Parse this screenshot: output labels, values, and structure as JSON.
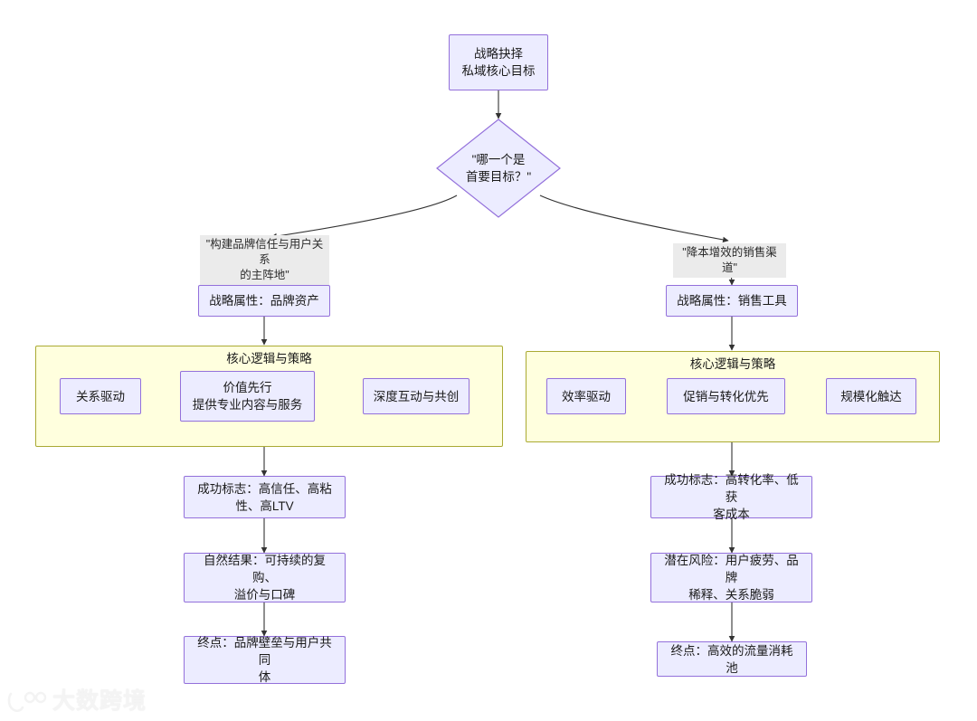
{
  "diagram": {
    "type": "flowchart",
    "title_node": {
      "id": "start",
      "text": "战略抉择\n私域核心目标"
    },
    "decision": {
      "id": "decision",
      "text": "\"哪一个是\n首要目标？\""
    },
    "branch_labels": {
      "left": "\"构建品牌信任与用户关系\n的主阵地\"",
      "right": "\"降本增效的销售渠道\""
    },
    "left_branch": {
      "attribute": "战略属性：品牌资产",
      "subgraph_title": "核心逻辑与策略",
      "strategy_nodes": [
        "关系驱动",
        "价值先行\n提供专业内容与服务",
        "深度互动与共创"
      ],
      "success": "成功标志：高信任、高粘\n性、高LTV",
      "outcome": "自然结果：可持续的复购、\n溢价与口碑",
      "endpoint": "终点：品牌壁垒与用户共同\n体"
    },
    "right_branch": {
      "attribute": "战略属性：销售工具",
      "subgraph_title": "核心逻辑与策略",
      "strategy_nodes": [
        "效率驱动",
        "促销与转化优先",
        "规模化触达"
      ],
      "success": "成功标志：高转化率、低获\n客成本",
      "risk": "潜在风险：用户疲劳、品牌\n稀释、关系脆弱",
      "endpoint": "终点：高效的流量消耗池"
    },
    "colors": {
      "node_fill": "#ececff",
      "node_border": "#9370db",
      "subgraph_fill": "#ffffde",
      "subgraph_border": "#aaaa33",
      "edge_label_fill": "#ebebeb",
      "edge_stroke": "#333333",
      "text": "#1a1a1a",
      "background": "#ffffff"
    }
  },
  "watermark": {
    "text": "大数跨境",
    "icon": "logo-mark-icon"
  }
}
